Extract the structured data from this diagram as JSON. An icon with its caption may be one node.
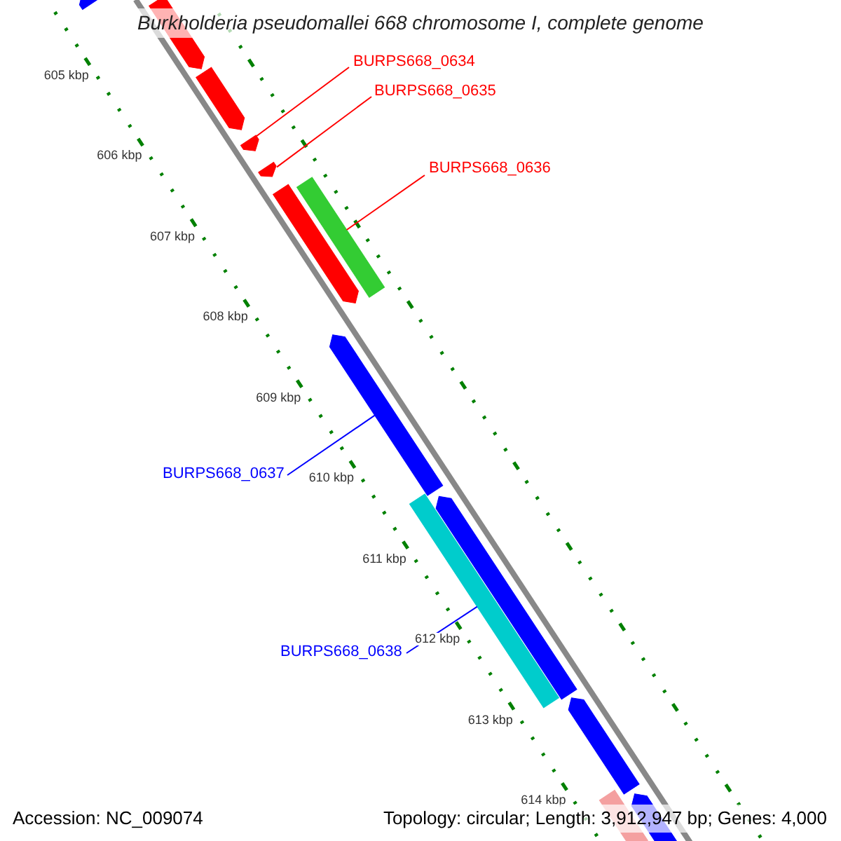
{
  "diagram": {
    "title": "Burkholderia pseudomallei 668 chromosome I, complete genome",
    "nodes": [
      {
        "text": [],
        "shape": "bar"
      },
      {
        "text": [],
        "shape": "bar"
      },
      {
        "text": [],
        "shape": "bar"
      },
      {
        "text": [],
        "shape": "bar"
      },
      {
        "text": [],
        "shape": "bar"
      },
      {
        "text": [],
        "shape": "bar"
      },
      {
        "text": [],
        "shape": "bar"
      },
      {
        "text": [],
        "shape": "bar"
      },
      {
        "text": [],
        "shape": "bar"
      },
      {
        "text": [],
        "shape": "bar"
      },
      {
        "text": [],
        "shape": "bar"
      },
      {
        "text": [],
        "shape": "bar"
      },
      {
        "text": [],
        "shape": "bar"
      },
      {
        "text": [
          "BURPS668_0634"
        ]
      },
      {
        "text": [
          "BURPS668_0635"
        ]
      },
      {
        "text": [
          "BURPS668_0636"
        ]
      },
      {
        "text": [
          "BURPS668_0637"
        ]
      },
      {
        "text": [
          "BURPS668_0638"
        ]
      }
    ],
    "edges": [
      {
        "from": 13,
        "to": 3,
        "arrow": "none"
      },
      {
        "from": 14,
        "to": 4,
        "arrow": "none"
      },
      {
        "from": 15,
        "to": 6,
        "arrow": "none"
      },
      {
        "from": 16,
        "to": 7,
        "arrow": "none",
        "color": "#0000ff"
      },
      {
        "from": 17,
        "to": 8,
        "arrow": "none",
        "color": "#0000ff"
      }
    ],
    "labels": [
      "605 kbp",
      "606 kbp",
      "607 kbp",
      "608 kbp",
      "609 kbp",
      "610 kbp",
      "611 kbp",
      "612 kbp",
      "613 kbp",
      "614 kbp",
      "Accession: NC_009074",
      "Topology: circular; Length: 3,912,947 bp; Genes: 4,000"
    ]
  }
}
